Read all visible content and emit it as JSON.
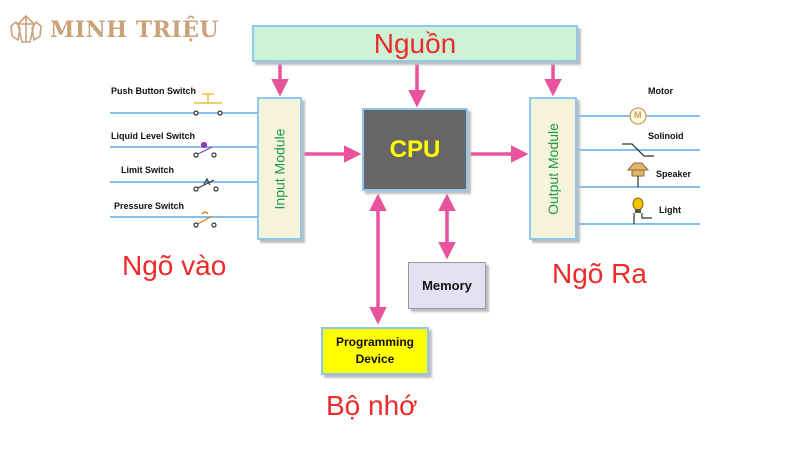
{
  "brand": {
    "name": "MINH TRIỆU",
    "logo_icon": "crystal-gem-icon"
  },
  "source": {
    "label": "Nguồn"
  },
  "input_module": {
    "label": "Input Module"
  },
  "output_module": {
    "label": "Output Module"
  },
  "cpu": {
    "label": "CPU"
  },
  "memory": {
    "label": "Memory"
  },
  "programming_device": {
    "line1": "Programming",
    "line2": "Device"
  },
  "section_labels": {
    "inputs": "Ngõ vào",
    "outputs": "Ngõ Ra",
    "memory": "Bộ nhớ"
  },
  "input_devices": [
    {
      "label": "Push Button Switch",
      "icon": "push-button-icon"
    },
    {
      "label": "Liquid Level Switch",
      "icon": "liquid-level-switch-icon"
    },
    {
      "label": "Limit Switch",
      "icon": "limit-switch-icon"
    },
    {
      "label": "Pressure Switch",
      "icon": "pressure-switch-icon"
    }
  ],
  "output_devices": [
    {
      "label": "Motor",
      "icon": "motor-icon",
      "icon_text": "M"
    },
    {
      "label": "Solinoid",
      "icon": "solenoid-icon"
    },
    {
      "label": "Speaker",
      "icon": "speaker-icon"
    },
    {
      "label": "Light",
      "icon": "light-bulb-icon"
    }
  ],
  "colors": {
    "arrow": "#e8539c",
    "wire": "#3a9be0",
    "title_red": "#ee2a2a",
    "module_text": "#1a9a4a",
    "cpu_text": "#ffff00",
    "logo": "#c9a27a"
  }
}
